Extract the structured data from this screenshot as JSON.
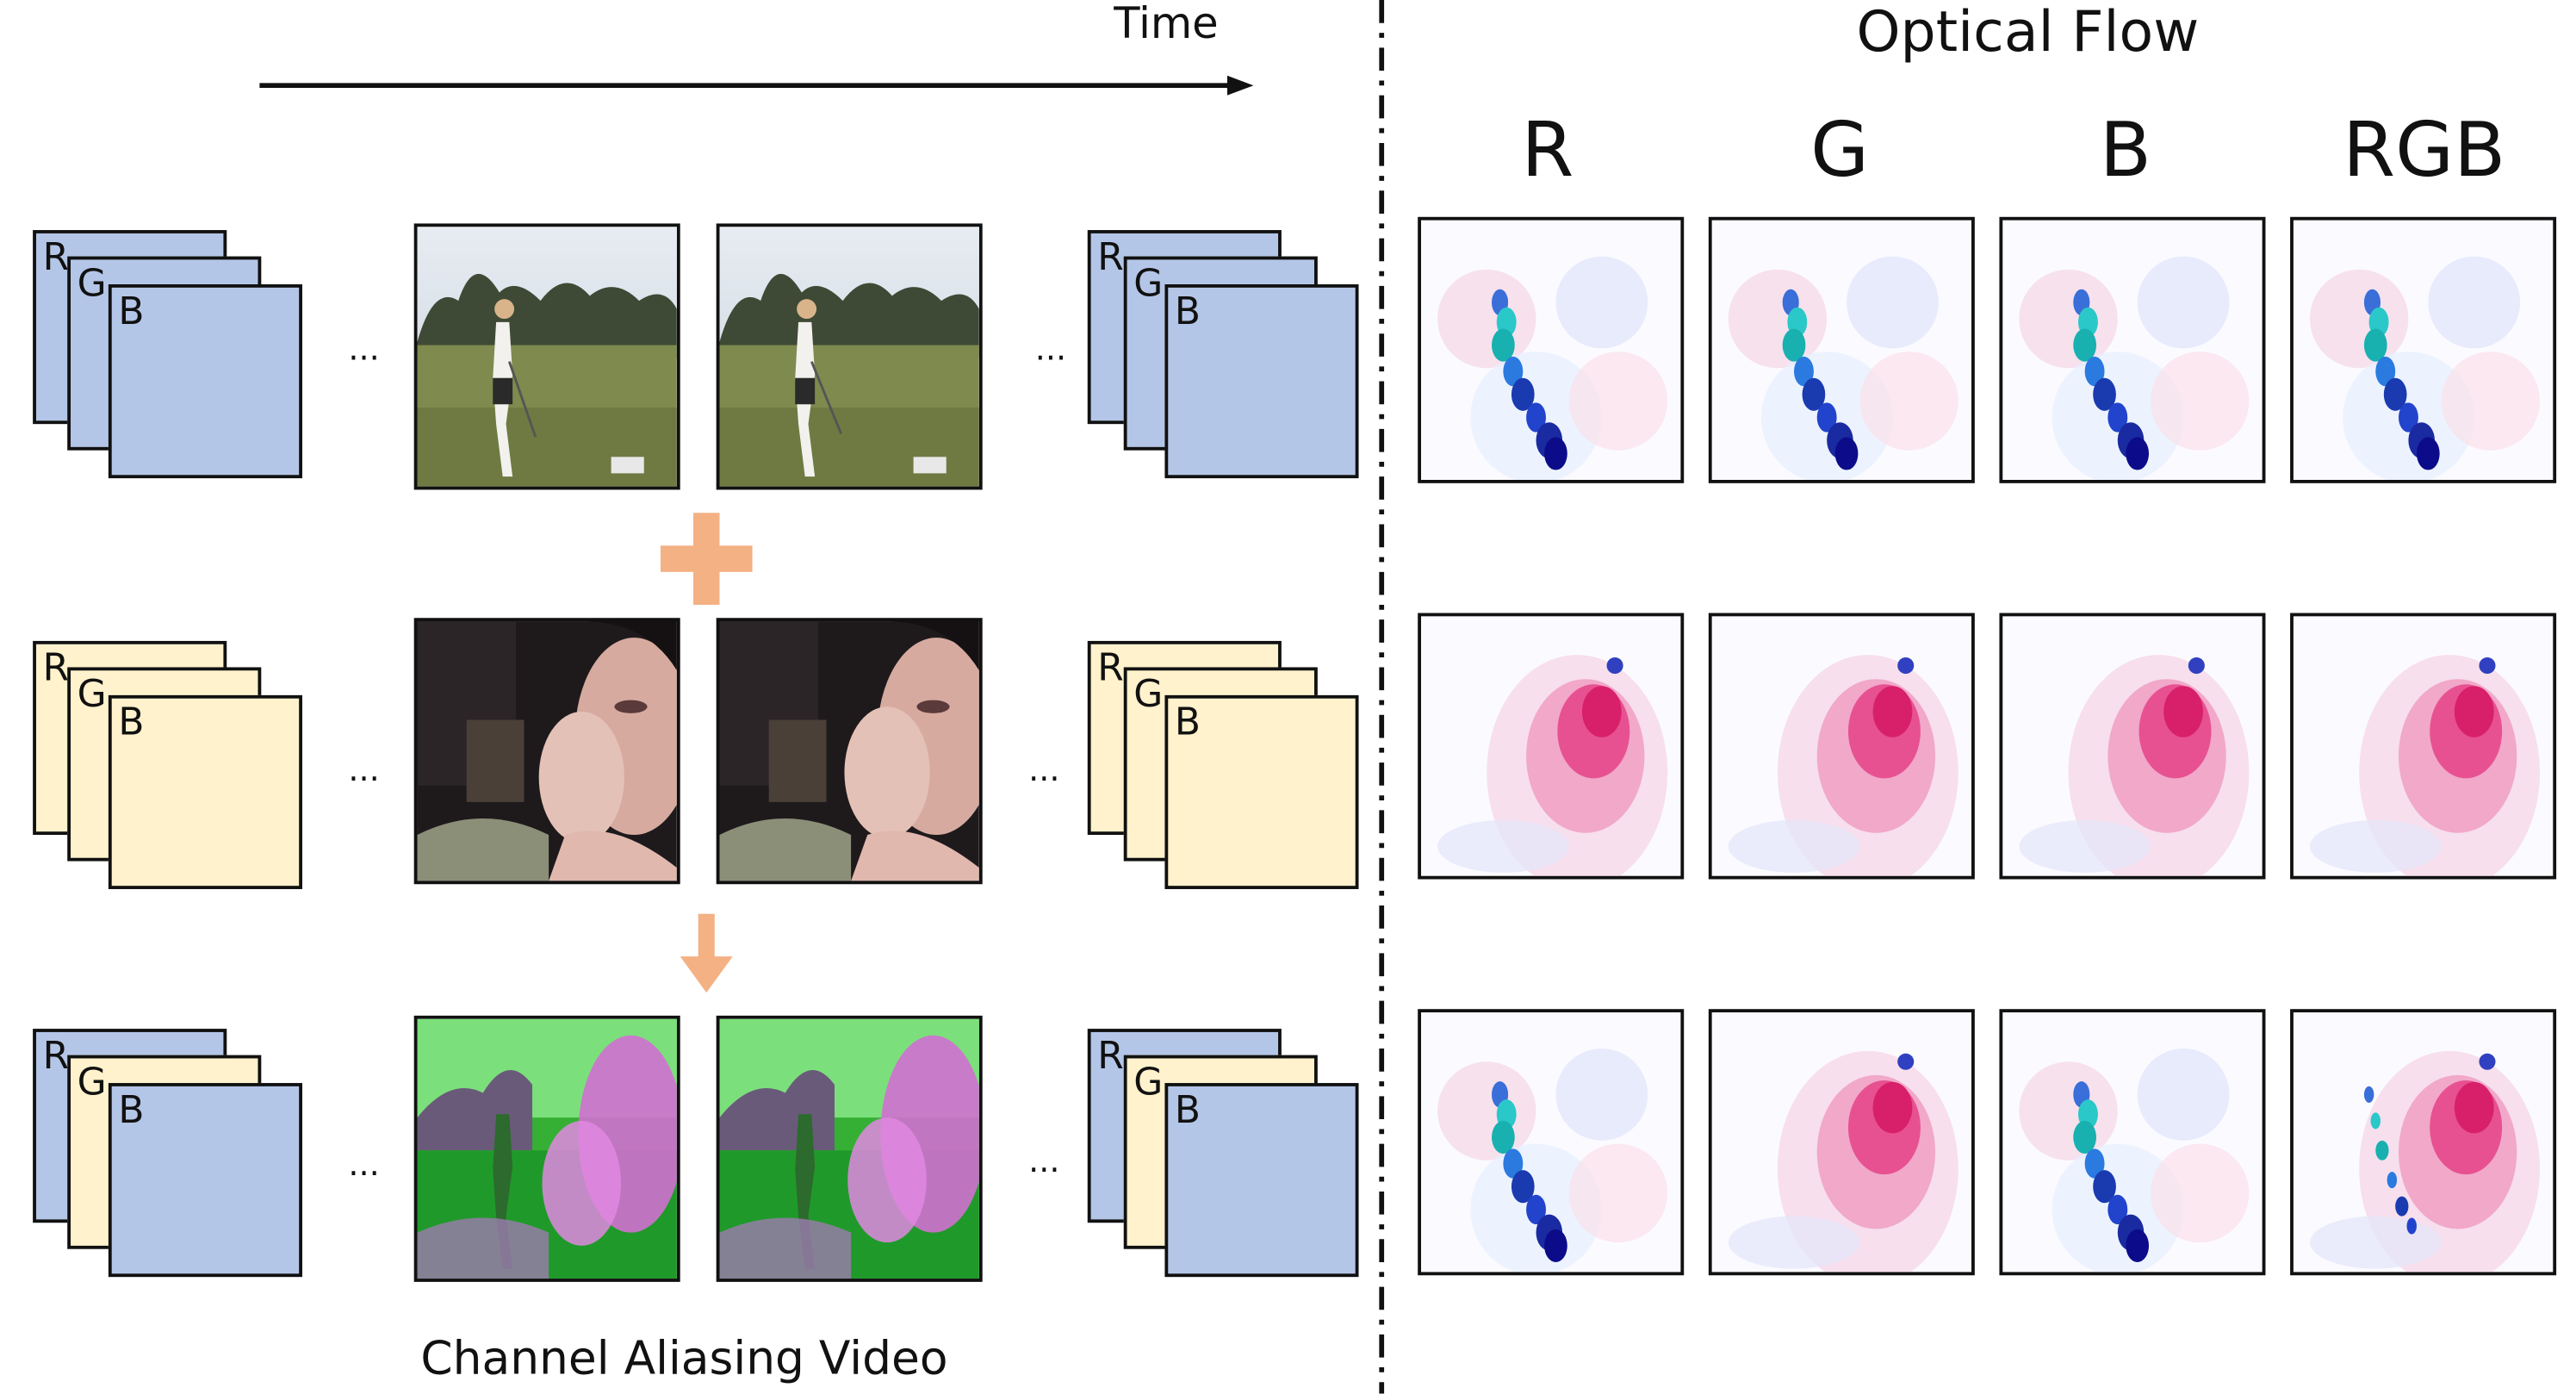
{
  "time_label": "Time",
  "optical_flow_title": "Optical Flow",
  "channel_headers": [
    "R",
    "G",
    "B",
    "RGB"
  ],
  "caption": "Channel Aliasing  Video",
  "channel_letters": [
    "R",
    "G",
    "B"
  ],
  "ellipsis": "...",
  "colors": {
    "blue_channel": "#b4c6e7",
    "yellow_channel": "#fff2cc",
    "arrow_orange": "#f4b183",
    "line": "#111111"
  },
  "rows": [
    {
      "name": "golf-video",
      "stack_colors": [
        "blue",
        "blue",
        "blue"
      ],
      "frame_scene": "golf",
      "flow_types": [
        "golf",
        "golf",
        "golf",
        "golf"
      ]
    },
    {
      "name": "makeup-video",
      "stack_colors": [
        "yellow",
        "yellow",
        "yellow"
      ],
      "frame_scene": "makeup",
      "flow_types": [
        "face",
        "face",
        "face",
        "face"
      ]
    },
    {
      "name": "aliased-video",
      "stack_colors": [
        "blue",
        "yellow",
        "blue"
      ],
      "frame_scene": "aliased",
      "flow_types": [
        "golf",
        "face",
        "golf",
        "mixed"
      ]
    }
  ],
  "icons": [
    "time-arrow",
    "plus-icon",
    "down-arrow-icon",
    "dashed-divider"
  ]
}
